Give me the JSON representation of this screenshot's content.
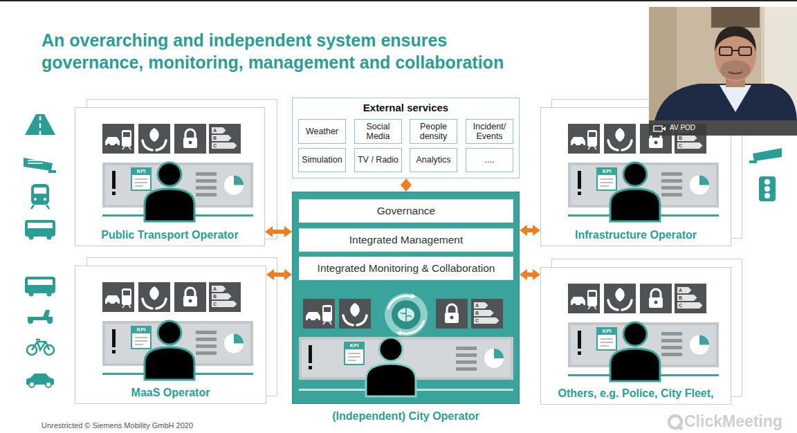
{
  "diagram": {
    "title": "An overarching and independent system ensures governance, monitoring, management and collaboration",
    "nodes": [
      {
        "text": [
          "Public Transport Operator"
        ]
      },
      {
        "text": [
          "External services"
        ]
      },
      {
        "text": [
          "Weather"
        ],
        "in": 1
      },
      {
        "text": [
          "Social Media"
        ],
        "in": 1
      },
      {
        "text": [
          "People density"
        ],
        "in": 1
      },
      {
        "text": [
          "Incident/ Events"
        ],
        "in": 1
      },
      {
        "text": [
          "Simulation"
        ],
        "in": 1
      },
      {
        "text": [
          "TV / Radio"
        ],
        "in": 1
      },
      {
        "text": [
          "Analytics"
        ],
        "in": 1
      },
      {
        "text": [
          "...."
        ],
        "in": 1
      },
      {
        "text": [
          "Infrastructure Operator"
        ]
      },
      {
        "text": [
          "(Independent) City Operator"
        ]
      },
      {
        "text": [
          "Governance"
        ],
        "in": 11
      },
      {
        "text": [
          "Integrated Management"
        ],
        "in": 11
      },
      {
        "text": [
          "Integrated Monitoring & Collaboration"
        ],
        "in": 11
      },
      {
        "text": [
          "MaaS Operator"
        ]
      },
      {
        "text": [
          "Others, e.g. Police, City Fleet,"
        ]
      }
    ],
    "edges": [
      {
        "from": 0,
        "to": 11,
        "arrow": "both"
      },
      {
        "from": 1,
        "to": 11,
        "arrow": "both"
      },
      {
        "from": 10,
        "to": 11,
        "arrow": "both"
      },
      {
        "from": 15,
        "to": 11,
        "arrow": "both"
      },
      {
        "from": 16,
        "to": 11,
        "arrow": "both"
      }
    ],
    "labels": [
      "KPI",
      "A",
      "B",
      "C",
      "KPI",
      "B",
      "C",
      "KPI",
      "A",
      "B",
      "C",
      "KPI",
      "A",
      "B",
      "C",
      "KPI",
      "A",
      "B",
      "C",
      "Unrestricted © Siemens Mobility GmbH 2020",
      "AV POD",
      "ClickMeeting"
    ]
  }
}
